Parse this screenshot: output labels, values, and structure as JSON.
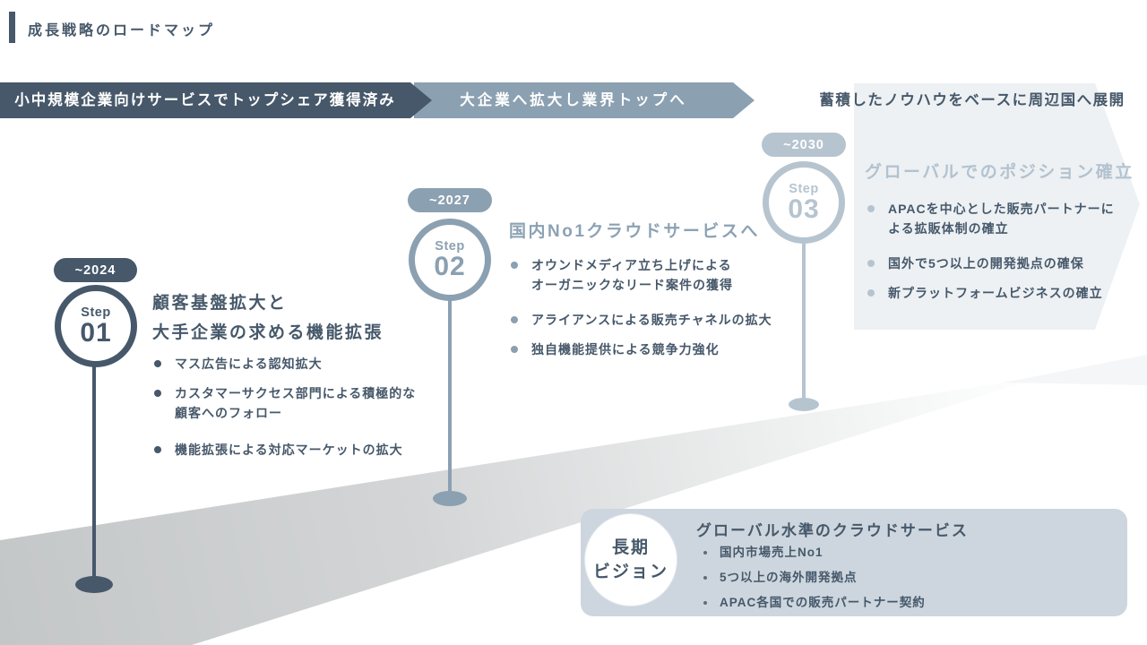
{
  "header": {
    "title": "成長戦略のロードマップ"
  },
  "banners": [
    {
      "label": "小中規模企業向けサービスでトップシェア獲得済み"
    },
    {
      "label": "大企業へ拡大し業界トップへ"
    },
    {
      "label": "蓄積したノウハウをベースに周辺国へ展開"
    }
  ],
  "steps": [
    {
      "badge": "~2024",
      "step_word": "Step",
      "number": "01",
      "title_lines": [
        "顧客基盤拡大と",
        "大手企業の求める機能拡張"
      ],
      "bullets": [
        [
          "マス広告による認知拡大"
        ],
        [
          "カスタマーサクセス部門による積極的な",
          "顧客へのフォロー"
        ],
        [
          "機能拡張による対応マーケットの拡大"
        ]
      ]
    },
    {
      "badge": "~2027",
      "step_word": "Step",
      "number": "02",
      "title_lines": [
        "国内No1クラウドサービスへ"
      ],
      "bullets": [
        [
          "オウンドメディア立ち上げによる",
          "オーガニックなリード案件の獲得"
        ],
        [
          "アライアンスによる販売チャネルの拡大"
        ],
        [
          "独自機能提供による競争力強化"
        ]
      ]
    },
    {
      "badge": "~2030",
      "step_word": "Step",
      "number": "03",
      "title_lines": [
        "グローバルでのポジション確立"
      ],
      "bullets": [
        [
          "APACを中心とした販売パートナーに",
          "よる拡販体制の確立"
        ],
        [
          "国外で5つ以上の開発拠点の確保"
        ],
        [
          "新プラットフォームビジネスの確立"
        ]
      ]
    }
  ],
  "vision": {
    "circle_line1": "長期",
    "circle_line2": "ビジョン",
    "title": "グローバル水準のクラウドサービス",
    "bullets": [
      "国内市場売上No1",
      "5つ以上の海外開発拠点",
      "APAC各国での販売パートナー契約"
    ]
  },
  "colors": {
    "dark": "#46586a",
    "medium": "#8ba0b1",
    "light": "#b6c4d0",
    "step2_heading_text": "#8ca2b4",
    "step3_heading_text": "#b3c2cf",
    "big_chevron_bg": "#edf1f4",
    "vision_box_bg": "#cdd6de",
    "road_gray": "#c4c7c8"
  }
}
